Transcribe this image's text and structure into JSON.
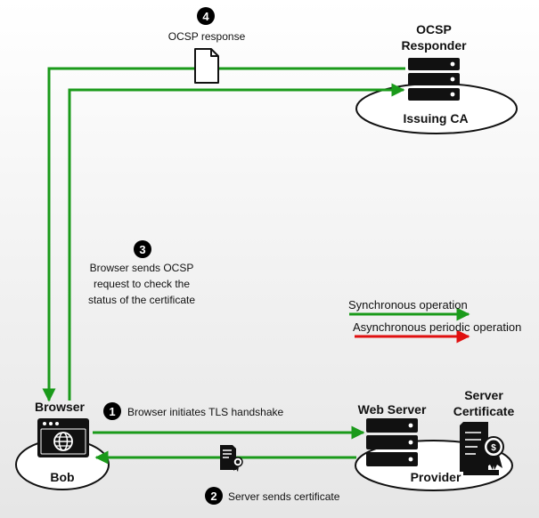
{
  "labels": {
    "ocsp_responder_line1": "OCSP",
    "ocsp_responder_line2": "Responder",
    "issuing_ca": "Issuing CA",
    "browser": "Browser",
    "bob": "Bob",
    "web_server": "Web Server",
    "server_certificate_line1": "Server",
    "server_certificate_line2": "Certificate",
    "provider": "Provider"
  },
  "steps": [
    {
      "number": "1",
      "lines": [
        "Browser initiates TLS handshake"
      ]
    },
    {
      "number": "2",
      "lines": [
        "Server sends certificate"
      ]
    },
    {
      "number": "3",
      "lines": [
        "Browser sends OCSP",
        "request to check the",
        "status of the certificate"
      ]
    },
    {
      "number": "4",
      "lines": [
        "OCSP response"
      ]
    }
  ],
  "legend": {
    "synchronous": {
      "label": "Synchronous operation",
      "color": "#1a9a1a"
    },
    "asynchronous": {
      "label": "Asynchronous periodic operation",
      "color": "#e01010"
    }
  },
  "icons": [
    "server-rack-icon",
    "browser-window-icon",
    "globe-icon",
    "document-icon",
    "certificate-icon",
    "certificate-badge-icon"
  ]
}
